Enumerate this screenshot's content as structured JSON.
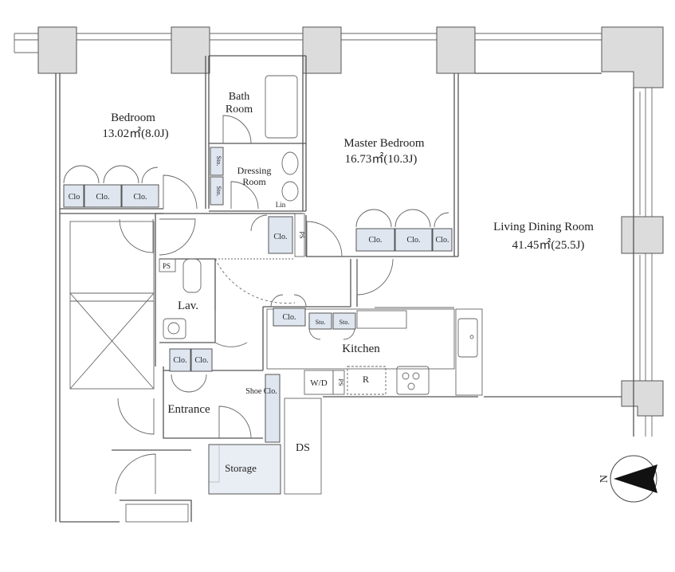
{
  "rooms": {
    "bedroom": {
      "name": "Bedroom",
      "area": "13.02㎡(8.0J)"
    },
    "bath": {
      "line1": "Bath",
      "line2": "Room"
    },
    "dressing": {
      "line1": "Dressing",
      "line2": "Room"
    },
    "master": {
      "name": "Master Bedroom",
      "area": "16.73㎡(10.3J)"
    },
    "living": {
      "name": "Living Dining Room",
      "area": "41.45㎡(25.5J)"
    },
    "lav": "Lav.",
    "kitchen": "Kitchen",
    "entrance": "Entrance",
    "storage": "Storage",
    "ds": "DS"
  },
  "labels": {
    "clo": "Clo.",
    "clo_short": "Clo",
    "sto": "Sto.",
    "lin": "Lin",
    "ps": "PS",
    "shoe_clo": "Shoe Clo.",
    "wd": "W/D",
    "r": "R"
  },
  "compass": {
    "north": "N"
  },
  "colors": {
    "closet_fill": "#dfe6f0",
    "wall": "#555555",
    "column": "#dcdcdc"
  }
}
